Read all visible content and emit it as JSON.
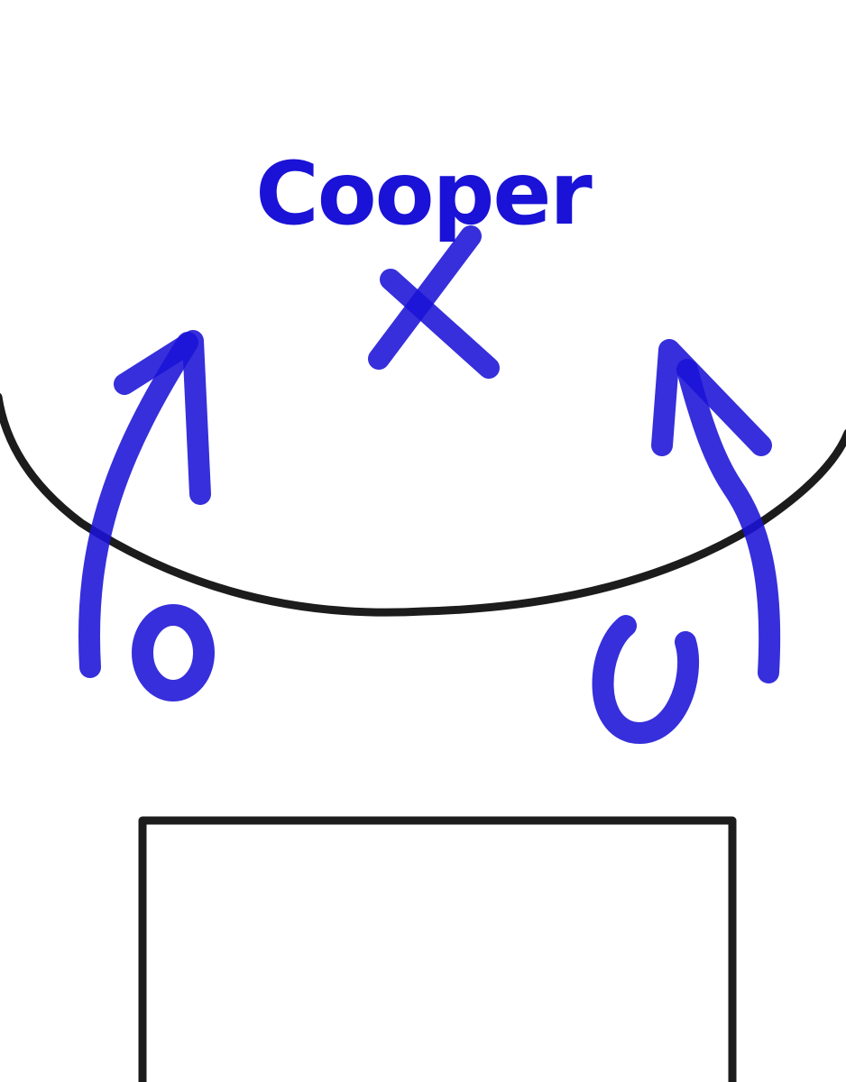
{
  "defender": {
    "name": "Cooper"
  },
  "colors": {
    "ink": "#1a12d6",
    "court_line": "#1c1c1c",
    "background": "#ffffff"
  },
  "symbols": {
    "defender": "X",
    "offense": "O"
  }
}
